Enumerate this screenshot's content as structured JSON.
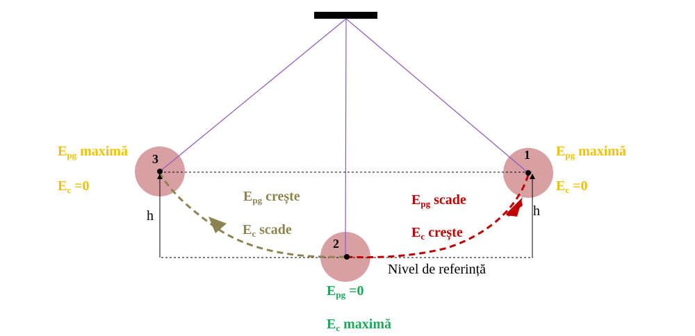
{
  "colors": {
    "yellow": "#f2c200",
    "olive": "#8c8450",
    "red": "#c00000",
    "green": "#1aab5a",
    "string": "#8a5bc0",
    "bob": "#d9a0a3"
  },
  "points": {
    "p1": "1",
    "p2": "2",
    "p3": "3"
  },
  "left": {
    "epg_sym": "E",
    "epg_sub": "pg",
    "epg_text": " maximă",
    "ec_sym": "E",
    "ec_sub": "c",
    "ec_text": " =0"
  },
  "right": {
    "epg_sym": "E",
    "epg_sub": "pg",
    "epg_text": " maximă",
    "ec_sym": "E",
    "ec_sub": "c",
    "ec_text": " =0"
  },
  "bottom": {
    "epg_sym": "E",
    "epg_sub": "pg",
    "epg_text": " =0",
    "ec_sym": "E",
    "ec_sub": "c",
    "ec_text": " maximă"
  },
  "olive_labels": {
    "epg_sym": "E",
    "epg_sub": "pg",
    "epg_text": " crește",
    "ec_sym": "E",
    "ec_sub": "c",
    "ec_text": " scade"
  },
  "red_labels": {
    "epg_sym": "E",
    "epg_sub": "pg",
    "epg_text": " scade",
    "ec_sym": "E",
    "ec_sub": "c",
    "ec_text": " crește"
  },
  "height_left": "h",
  "height_right": "h",
  "reference_level": "Nivel de referință"
}
